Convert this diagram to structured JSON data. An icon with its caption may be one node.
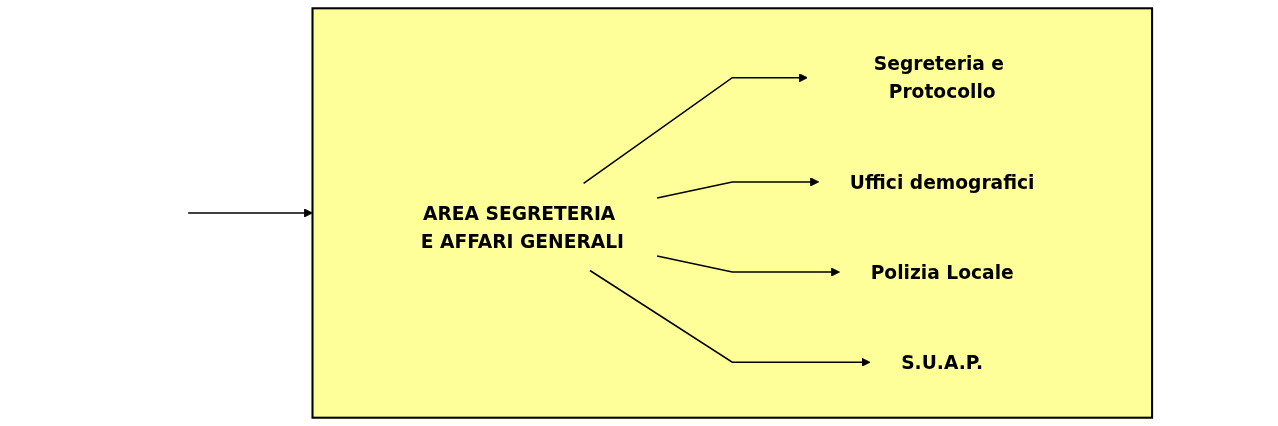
{
  "diagram": {
    "nodes": [
      {
        "text": [],
        "shape": "box"
      },
      {
        "text": [
          "AREA SEGRETERIA E AFFARI GENERALI"
        ],
        "in": 0
      },
      {
        "text": [
          "Segreteria e Protocollo"
        ],
        "in": 0
      },
      {
        "text": [
          "Uffici demografici"
        ],
        "in": 0
      },
      {
        "text": [
          "Polizia Locale"
        ],
        "in": 0
      },
      {
        "text": [
          "S.U.A.P."
        ],
        "in": 0
      }
    ],
    "edges": [
      {
        "from": null,
        "to": 0,
        "arrow": "to"
      },
      {
        "from": 1,
        "to": 2,
        "arrow": "to"
      },
      {
        "from": 1,
        "to": 3,
        "arrow": "to"
      },
      {
        "from": 1,
        "to": 4,
        "arrow": "to"
      },
      {
        "from": 1,
        "to": 5,
        "arrow": "to"
      }
    ]
  }
}
